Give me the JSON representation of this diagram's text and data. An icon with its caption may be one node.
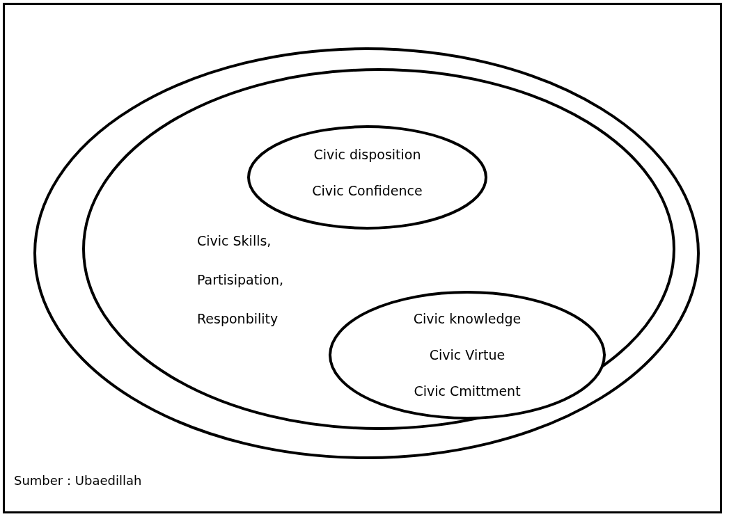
{
  "diagram": {
    "nodes": [
      {
        "text": [],
        "shape": "ellipse"
      },
      {
        "text": [
          "Civic Skills, Partisipation, Responbility"
        ],
        "in": 0
      },
      {
        "text": [
          "Civic disposition",
          "Civic Confidence"
        ],
        "in": 1
      },
      {
        "text": [
          "Civic knowledge",
          "Civic Virtue",
          "Civic Cmittment"
        ],
        "in": 1
      }
    ],
    "labels": [
      "Sumber : Ubaedillah"
    ]
  }
}
